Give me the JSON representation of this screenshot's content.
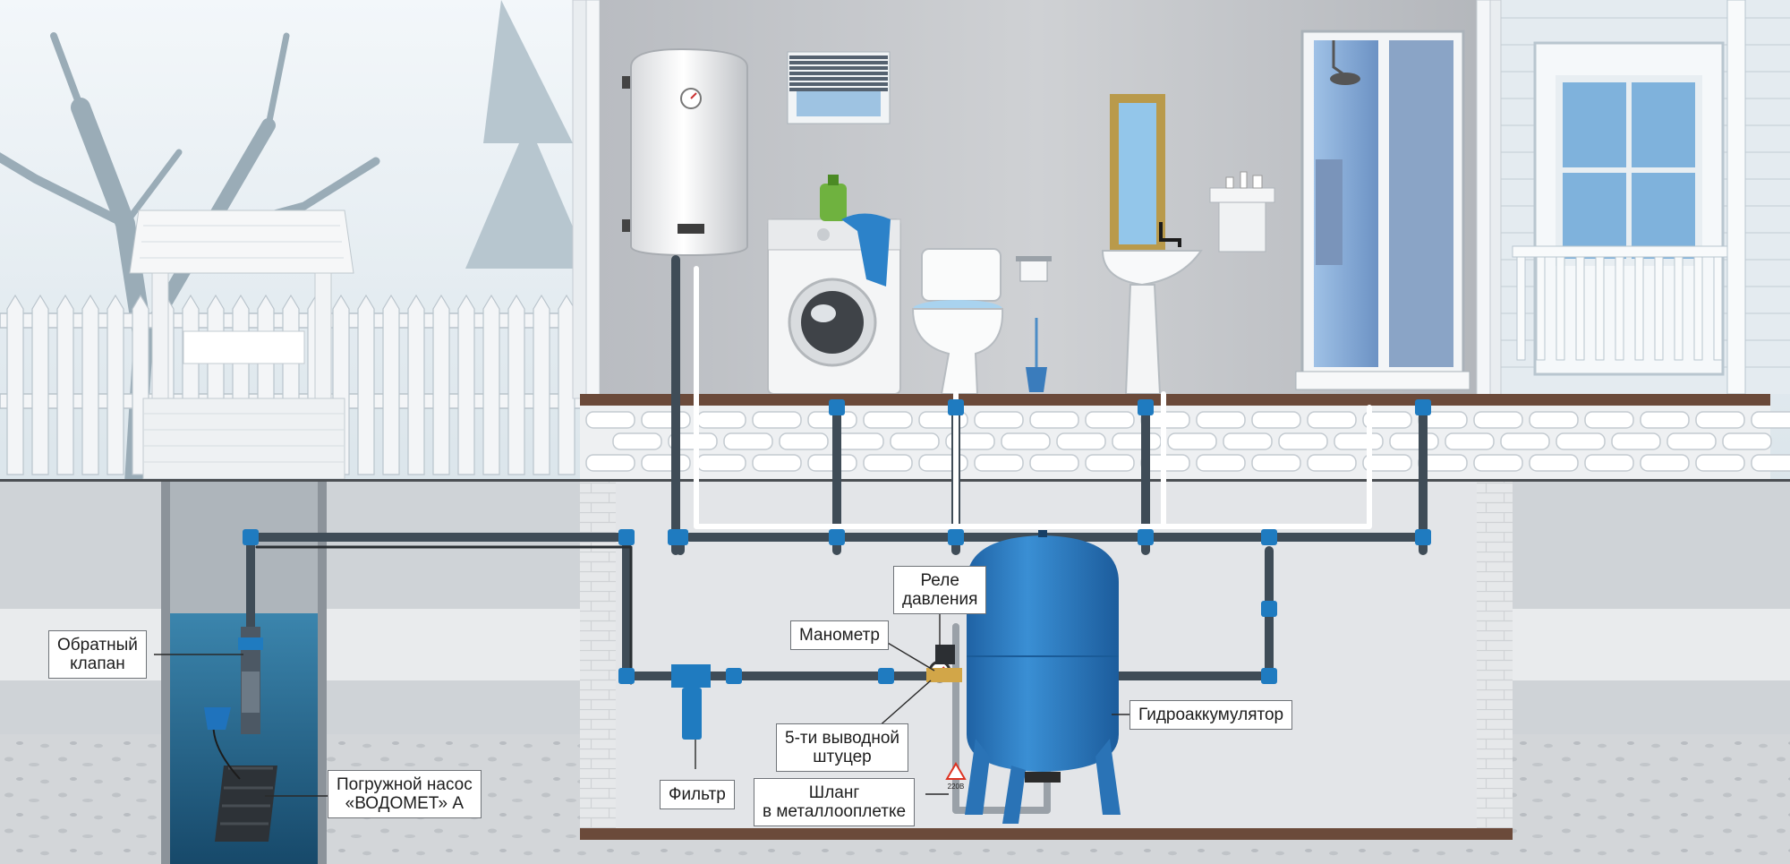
{
  "colors": {
    "sky": "#dfe9ef",
    "house_wall": "#c3c5c9",
    "basement_brick": "#e4e6e9",
    "soil": "#c9cdd1",
    "well_water": "#2e6f95",
    "pipe_dark": "#3f4c57",
    "fitting_blue": "#1f7bc0",
    "tank_blue": "#2f7fc3",
    "floor_brown": "#6b4a3a",
    "callout_border": "#6f7378"
  },
  "labels": {
    "check_valve": {
      "line1": "Обратный",
      "line2": "клапан"
    },
    "submersible_pump": {
      "line1": "Погружной насос",
      "line2": "«ВОДОМЕТ» А"
    },
    "pressure_switch": {
      "line1": "Реле",
      "line2": "давления"
    },
    "manometer": {
      "line1": "Манометр"
    },
    "five_way_fitting": {
      "line1": "5-ти выводной",
      "line2": "штуцер"
    },
    "filter": {
      "line1": "Фильтр"
    },
    "braided_hose": {
      "line1": "Шланг",
      "line2": "в металлооплетке"
    },
    "accumulator": {
      "line1": "Гидроаккумулятор"
    },
    "voltage_mark": "220В"
  },
  "icons": [
    "tree-icon",
    "well-house-icon",
    "fence-icon",
    "water-heater-icon",
    "window-blinds-icon",
    "washing-machine-icon",
    "detergent-bottle-icon",
    "toilet-icon",
    "toilet-paper-icon",
    "toilet-brush-icon",
    "mirror-icon",
    "washbasin-icon",
    "bath-shelf-icon",
    "shower-cabin-icon",
    "shower-head-icon",
    "porch-window-icon",
    "submersible-pump-icon",
    "float-switch-icon",
    "filter-icon",
    "manometer-icon",
    "pressure-switch-icon",
    "accumulator-tank-icon",
    "warning-icon"
  ]
}
